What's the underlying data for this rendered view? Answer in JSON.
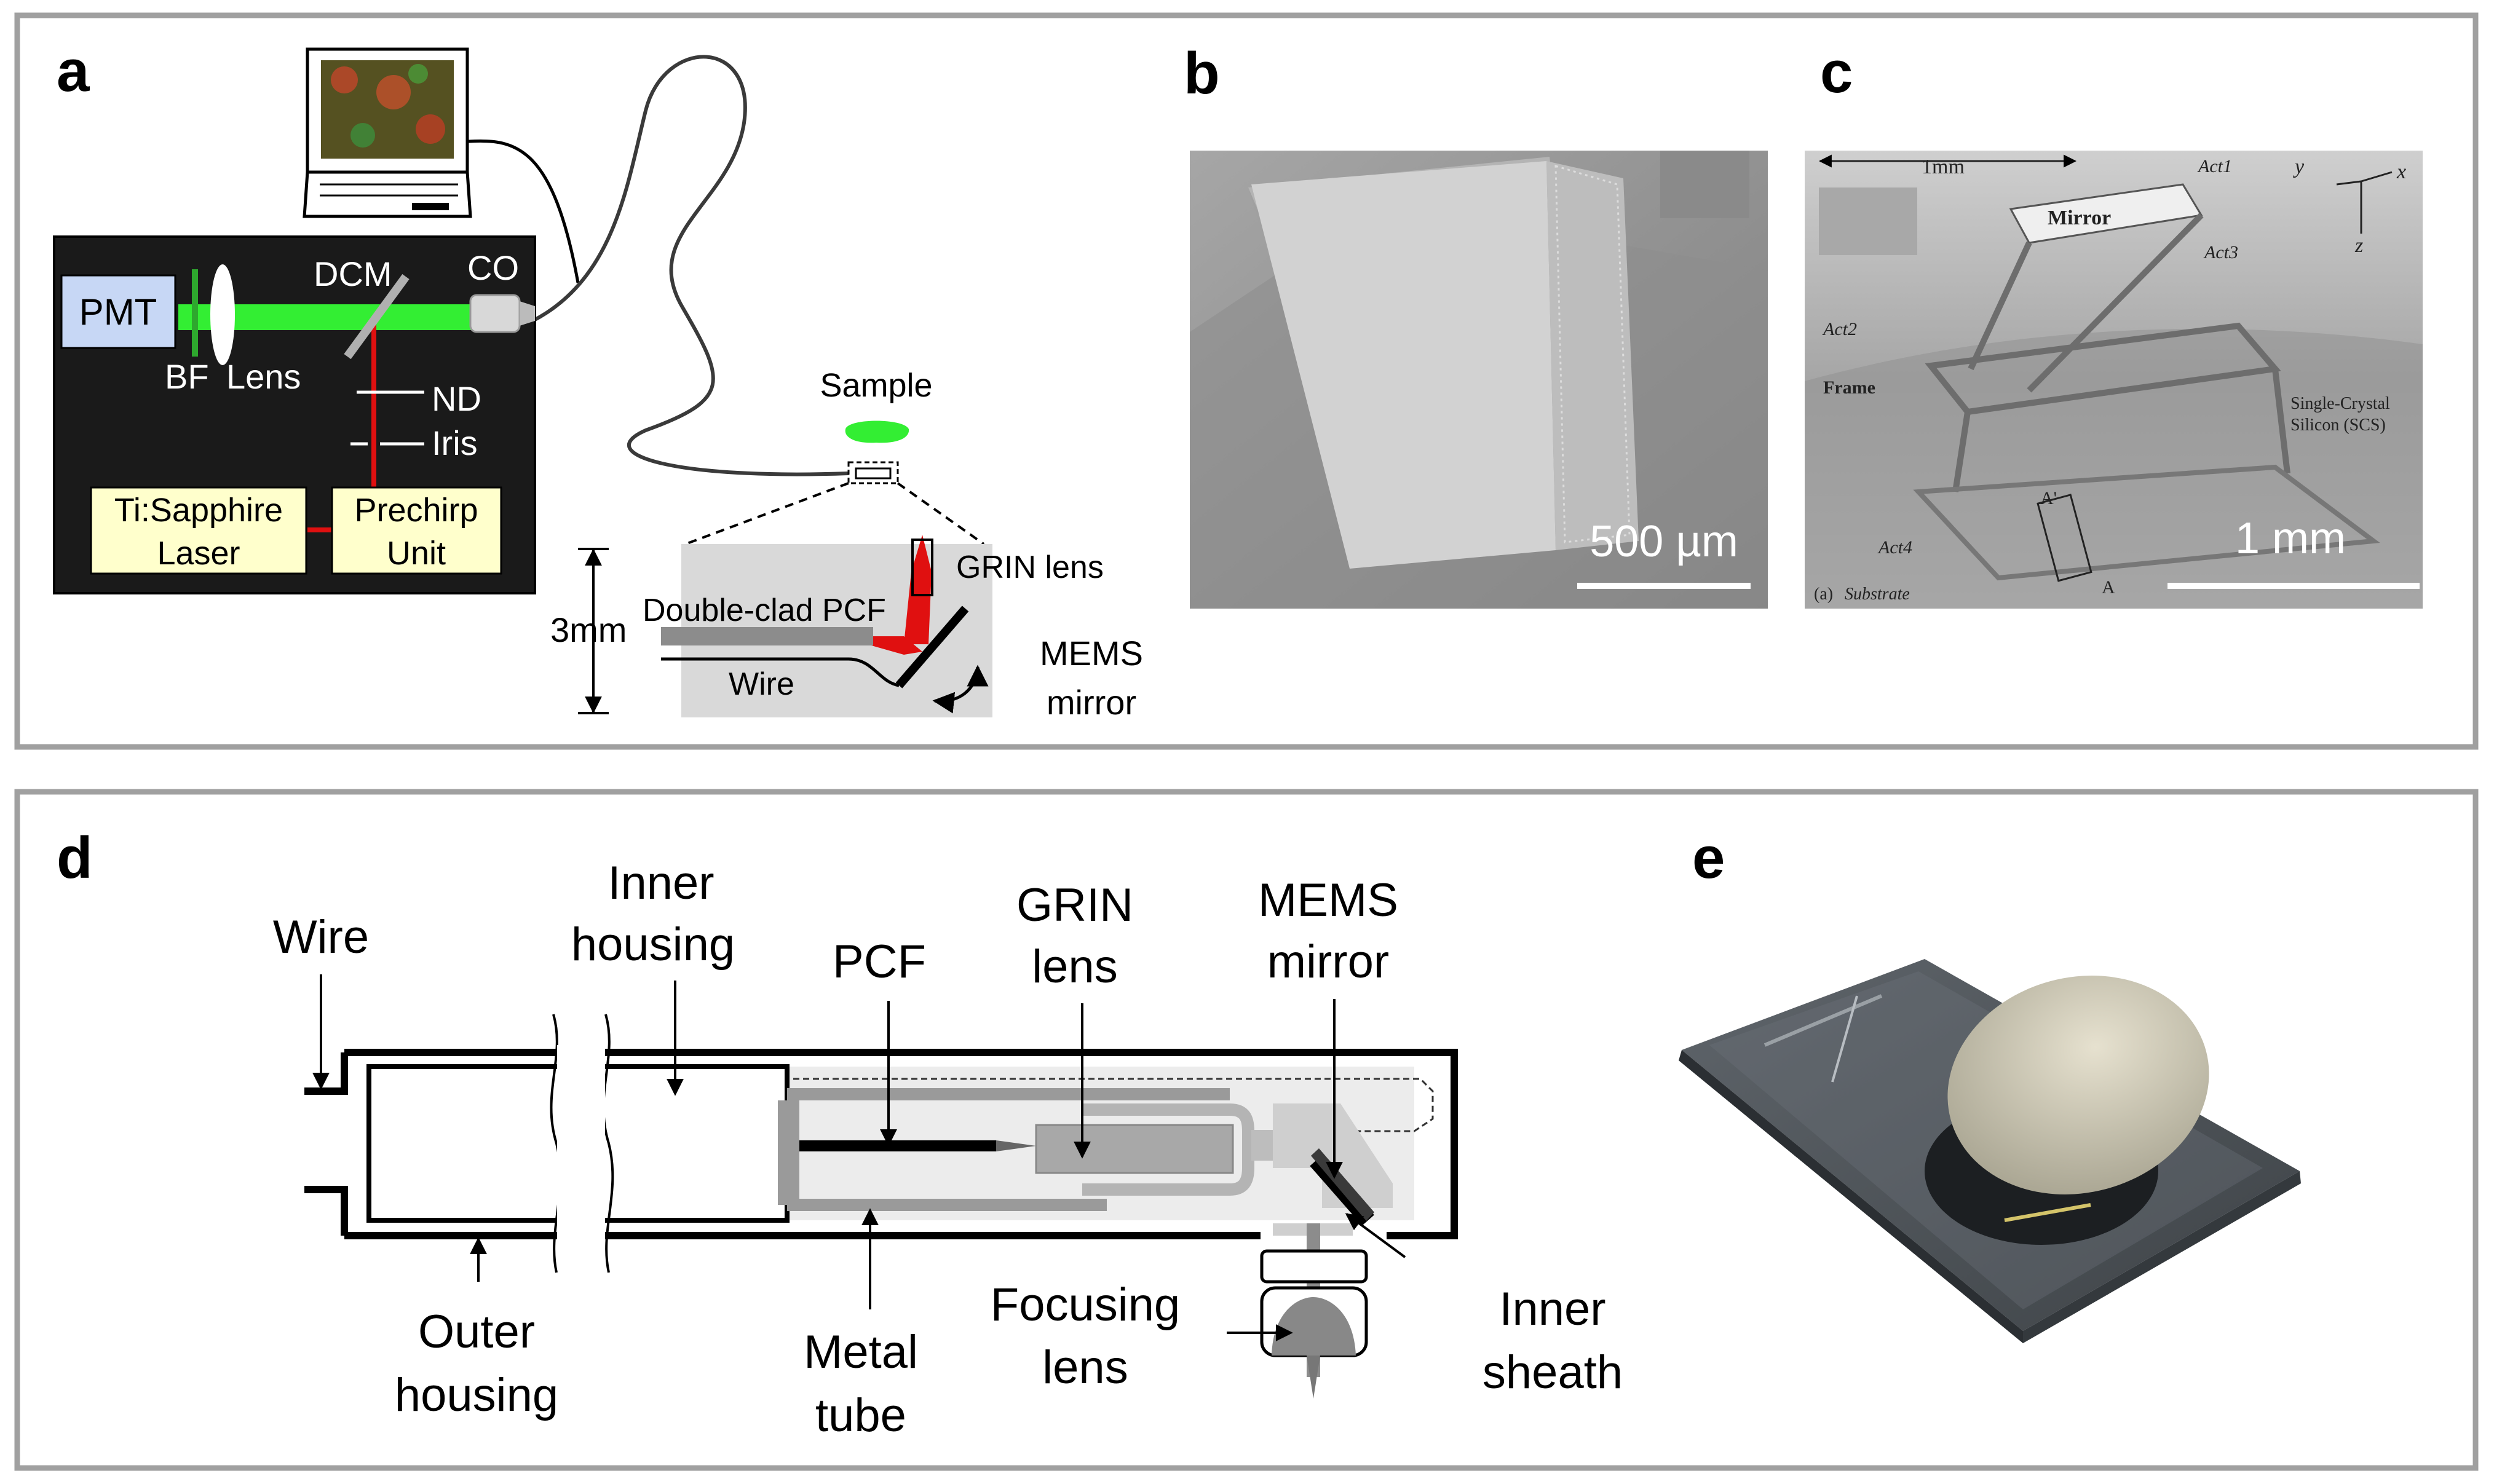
{
  "panel_labels": {
    "a": "a",
    "b": "b",
    "c": "c",
    "d": "d",
    "e": "e"
  },
  "panel_a": {
    "pmt": "PMT",
    "bf": "BF",
    "lens": "Lens",
    "dcm": "DCM",
    "co": "CO",
    "nd": "ND",
    "iris": "Iris",
    "laser_line1": "Ti:Sapphire",
    "laser_line2": "Laser",
    "prechirp_line1": "Prechirp",
    "prechirp_line2": "Unit",
    "sample": "Sample",
    "grin": "GRIN lens",
    "pcf": "Double-clad PCF",
    "wire": "Wire",
    "dimension": "3mm",
    "mems_line1": "MEMS",
    "mems_line2": "mirror"
  },
  "panel_b": {
    "scalebar": "500 µm"
  },
  "panel_c": {
    "top_scale": "1mm",
    "scalebar": "1 mm",
    "mirror": "Mirror",
    "act1": "Act1",
    "act2": "Act2",
    "act3": "Act3",
    "act4": "Act4",
    "frame": "Frame",
    "scs_line1": "Single-Crystal",
    "scs_line2": "Silicon (SCS)",
    "substrate": "Substrate",
    "fig_a": "(a)",
    "a_prime": "A'",
    "a_mark": "A",
    "axis_x": "x",
    "axis_y": "y",
    "axis_z": "z"
  },
  "panel_d": {
    "wire": "Wire",
    "inner_line1": "Inner",
    "inner_line2": "housing",
    "pcf": "PCF",
    "grin_line1": "GRIN",
    "grin_line2": "lens",
    "mems_line1": "MEMS",
    "mems_line2": "mirror",
    "outer_line1": "Outer",
    "outer_line2": "housing",
    "metal_line1": "Metal",
    "metal_line2": "tube",
    "focusing_line1": "Focusing",
    "focusing_line2": "lens",
    "sheath_line1": "Inner",
    "sheath_line2": "sheath"
  },
  "colors": {
    "laser_green": "#33ee33",
    "laser_red": "#e01010",
    "box_fill": "#ffffcc",
    "pmt_fill": "#c7d7f5",
    "frame_grey": "#a0a0a0"
  }
}
